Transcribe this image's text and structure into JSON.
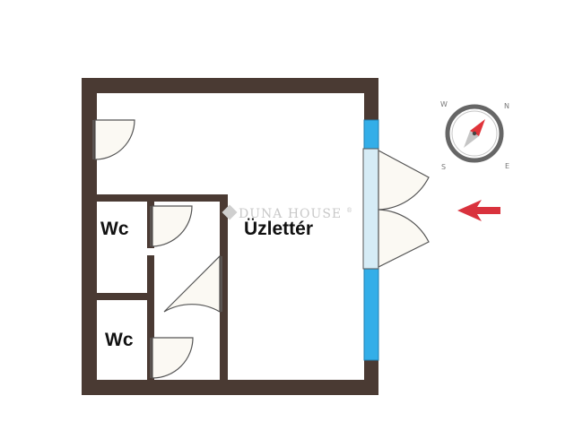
{
  "rooms": {
    "main_label": "Üzlettér",
    "wc_upper_label": "Wc",
    "wc_lower_label": "Wc"
  },
  "watermark": {
    "text": "DUNA HOUSE",
    "mark": "®"
  },
  "compass": {
    "letters": [
      "W",
      "N",
      "S",
      "E"
    ],
    "icon": "compass-icon"
  },
  "entrance_arrow": {
    "icon": "arrow-left-icon",
    "color": "#d9323d"
  },
  "colors": {
    "wall": "#4a3a33",
    "window": "#33aee8",
    "door_fill": "#fbf9f3",
    "door_stroke": "#555555",
    "arrow": "#d9323d",
    "compass_needle": "#e0343a"
  }
}
